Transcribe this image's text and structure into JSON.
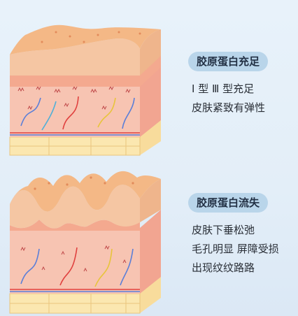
{
  "top": {
    "tag": "胶原蛋白充足",
    "lines": [
      "Ⅰ 型 Ⅲ 型充足",
      "皮肤紧致有弹性"
    ]
  },
  "bottom": {
    "tag": "胶原蛋白流失",
    "lines": [
      "皮肤下垂松弛",
      "毛孔明显 屏障受损",
      "出现纹纹路路"
    ]
  },
  "colors": {
    "background": "#e3eef8",
    "tag_bg": "#b9d5ea",
    "epidermis": "#f4b886",
    "dermis": "#f7b9a5",
    "fat": "#fbe7b0"
  }
}
